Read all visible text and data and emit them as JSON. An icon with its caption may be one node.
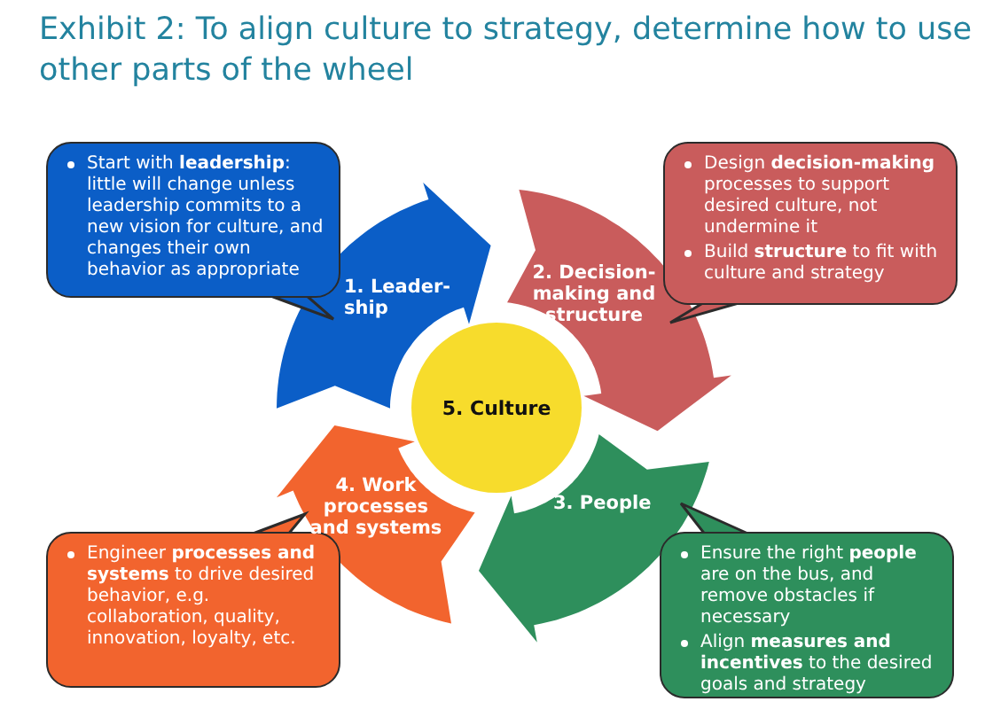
{
  "diagram": {
    "title": "Exhibit 2: To align culture to strategy, determine how to use other parts of the wheel",
    "nodes": [
      {
        "text": [
          "Start with **leadership**: little will change unless leadership commits to a new vision for culture, and changes their own behavior as appropriate"
        ]
      },
      {
        "text": [
          "Design **decision-making** processes to support desired culture, not undermine it",
          "Build **structure** to fit with culture and strategy"
        ]
      },
      {
        "text": [
          "1. Leader-ship"
        ]
      },
      {
        "text": [
          "2. Decision-making and structure"
        ]
      },
      {
        "text": [
          "5. Culture"
        ]
      },
      {
        "text": [
          "3. People"
        ]
      },
      {
        "text": [
          "4. Work processes and systems"
        ]
      },
      {
        "text": [
          "Engineer **processes and systems** to drive desired behavior, e.g. collaboration, quality, innovation, loyalty, etc."
        ]
      },
      {
        "text": [
          "Ensure the right **people** are on the bus, and remove obstacles if necessary",
          "Align **measures and incentives** to the desired goals and strategy"
        ]
      }
    ]
  }
}
